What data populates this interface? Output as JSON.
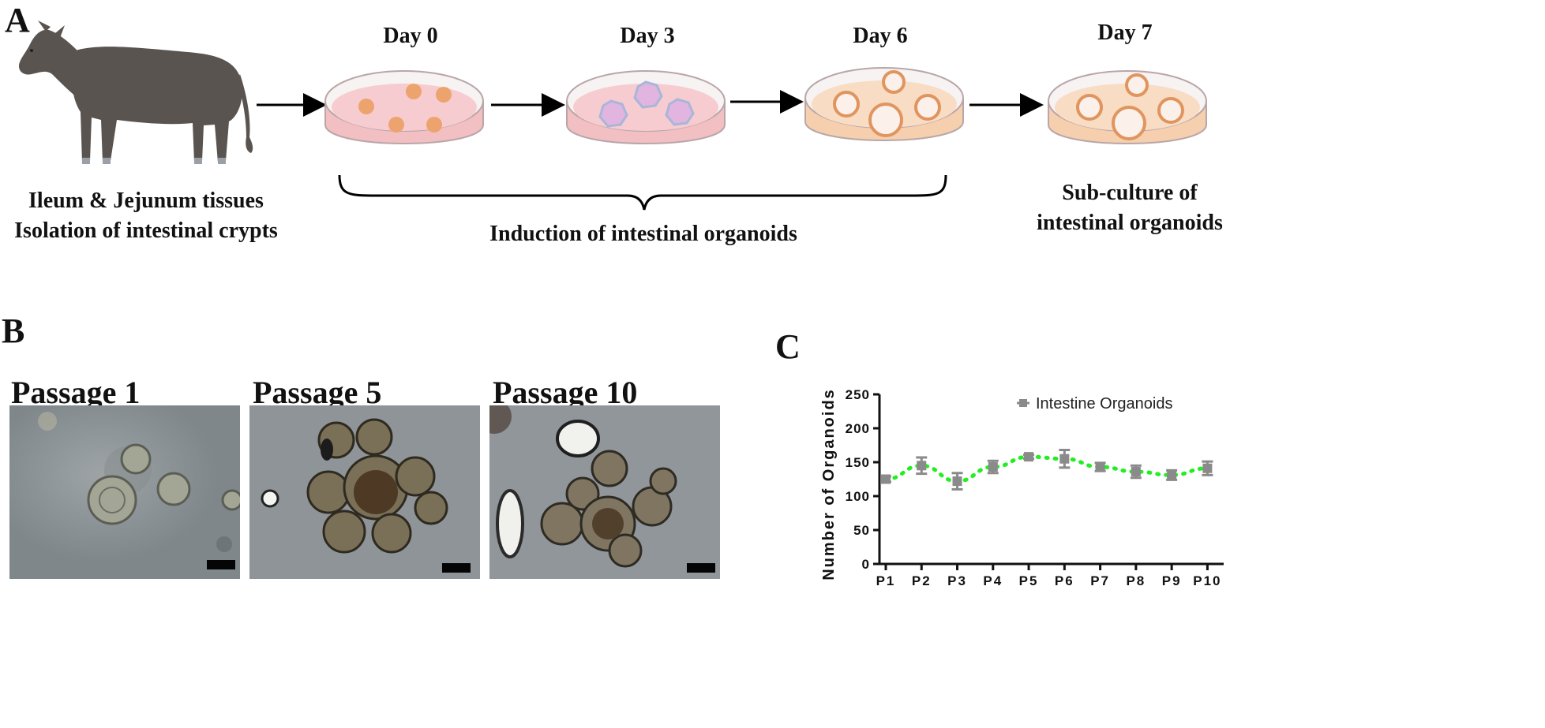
{
  "panel_a": {
    "letter": "A",
    "tissue_caption": [
      "Ileum & Jejunum tissues",
      "Isolation of intestinal crypts"
    ],
    "days": [
      "Day 0",
      "Day 3",
      "Day 6",
      "Day 7"
    ],
    "induction_caption": "Induction of intestinal organoids",
    "subculture_caption": [
      "Sub-culture of",
      "intestinal organoids"
    ],
    "colors": {
      "pink_medium": "#f4c6c9",
      "peach_medium": "#f8dcc4",
      "organoid_orange": "#eda36e",
      "bud_purple": "#e1b5df"
    }
  },
  "panel_b": {
    "letter": "B",
    "passages": [
      "Passage 1",
      "Passage 5",
      "Passage 10"
    ]
  },
  "panel_c": {
    "letter": "C"
  },
  "chart_data": {
    "type": "scatter",
    "categories": [
      "P1",
      "P2",
      "P3",
      "P4",
      "P5",
      "P6",
      "P7",
      "P8",
      "P9",
      "P10"
    ],
    "series": [
      {
        "name": "Intestine Organoids",
        "values": [
          125,
          145,
          122,
          143,
          158,
          155,
          143,
          136,
          131,
          141
        ],
        "errors": [
          4,
          12,
          12,
          9,
          3,
          13,
          6,
          9,
          7,
          10
        ],
        "marker_color": "#8a8a8a",
        "trend_color": "#22ee22"
      }
    ],
    "ylabel": "Number of Organoids",
    "xlabel": "",
    "ylim": [
      0,
      250
    ],
    "yticks": [
      0,
      50,
      100,
      150,
      200,
      250
    ],
    "legend": "top-right",
    "trendline": "dotted"
  }
}
